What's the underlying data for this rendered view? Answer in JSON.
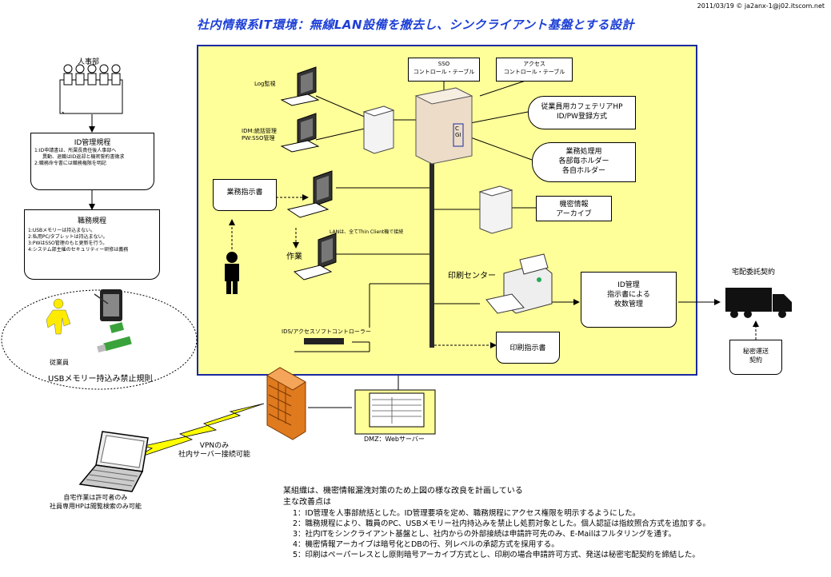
{
  "header": {
    "stamp": "2011/03/19 © ja2anx-1@j02.itscom.net",
    "title": "社内情報系IT環境：無線LAN設備を撤去し、シンクライアント基盤とする設計"
  },
  "left": {
    "hr_label": "人事部",
    "id_rules_title": "ID管理規程",
    "id_rules_items": [
      "1:ID申請書は、所属長責任後人事部へ",
      "異動、退職はID返却と機密誓約書徴求",
      "2:職務命令書には職務権限を明記"
    ],
    "work_rules_title": "職務規程",
    "work_rules_items": [
      "1:USBメモリーは持込まない。",
      "2:私用PC/タブレットは持込まない。",
      "3:PWはSSO管理のもと更新を行う。",
      "4:システム部主催のセキュリティー研修は義務"
    ],
    "employee_label": "従業員",
    "usb_rule": "USBメモリー持込み禁止規則"
  },
  "zone": {
    "log_label": "Log監視",
    "idm_label": "IDM:統括管理\nPW:SSO管理",
    "sso_table": "SSO\nコントロール・テーブル",
    "access_table": "アクセス\nコントロール・テーブル",
    "cafeteria": "従業員用カフェテリアHP\nID/PW登録方式",
    "business_folders": "業務処理用\n各部毎ホルダー\n各自ホルダー",
    "confidential_archive": "機密情報\nアーカイブ",
    "cgi": "CGI",
    "work_order_doc": "業務指示書",
    "lan_note": "LANは、全てThin Client機で接続",
    "work_label": "作業",
    "print_center": "印刷センター",
    "id_mgmt_doc": "ID管理\n指示書による\n枚数管理",
    "print_order_doc": "印刷指示書",
    "ids_label": "IDS/アクセスソフトコントローラー"
  },
  "outside": {
    "dmz_label": "DMZ：Webサーバー",
    "vpn_label": "VPNのみ\n社内サーバー接続可能",
    "home_note": "自宅作業は許可者のみ\n社員専用HPは閲覧検索のみ可能",
    "delivery_contract": "宅配委託契約",
    "secret_transport": "秘密運送\n契約"
  },
  "notes": {
    "intro": "某組織は、機密情報漏洩対策のため上図の様な改良を計画している",
    "heading": "主な改善点は",
    "items": [
      "1：ID管理を人事部統括とした。ID管理要項を定め、職務規程にアクセス権限を明示するようにした。",
      "2：職務規程により、職員のPC、USBメモリー社内持込みを禁止し処罰対象とした。個人認証は指紋照合方式を追加する。",
      "3：社内ITをシンクライアント基盤とし、社内からの外部接続は申請許可先のみ、E-Mailはフルタリングを通す。",
      "4：機密情報アーカイブは暗号化とDBの行、列レベルの承認方式を採用する。",
      "5：印刷はペーパーレスとし原則暗号アーカイブ方式とし、印刷の場合申請許可方式、発送は秘密宅配契約を締結した。"
    ]
  },
  "colors": {
    "zone_bg": "#ffff9a",
    "zone_border": "#1a2aa0",
    "title": "#1d3fd6",
    "firewall": "#e07a1f",
    "lightning": "#ffff00",
    "usb": "#3aa23a"
  }
}
